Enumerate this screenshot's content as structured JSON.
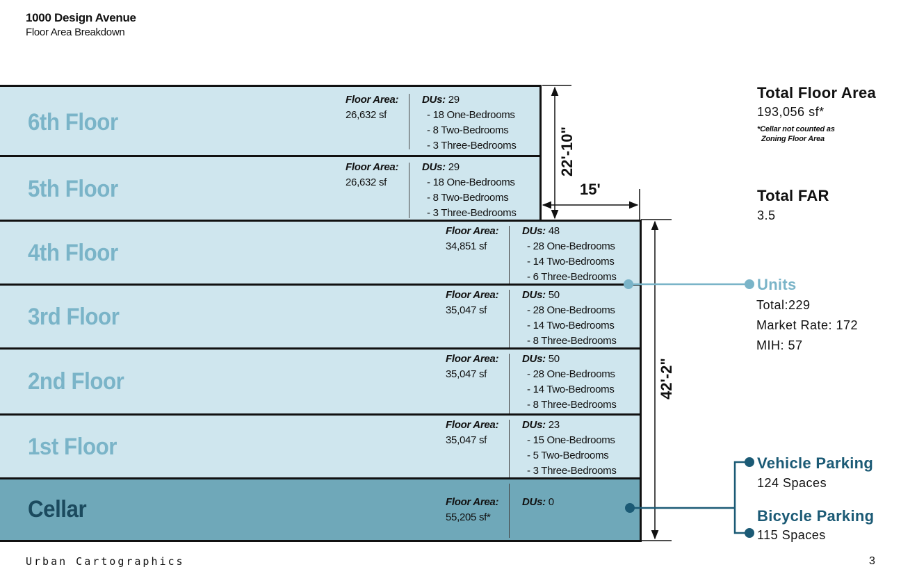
{
  "header": {
    "title": "1000 Design Avenue",
    "subtitle": "Floor Area Breakdown"
  },
  "footer": {
    "brand": "Urban Cartographics",
    "page_number": "3"
  },
  "labels": {
    "floor_area": "Floor Area:",
    "dus": "DUs:"
  },
  "floors": [
    {
      "name": "6th Floor",
      "floor_area": "26,632 sf",
      "dus": "29",
      "units": [
        "- 18 One-Bedrooms",
        "- 8 Two-Bedrooms",
        "- 3 Three-Bedrooms"
      ]
    },
    {
      "name": "5th Floor",
      "floor_area": "26,632 sf",
      "dus": "29",
      "units": [
        "- 18 One-Bedrooms",
        "- 8 Two-Bedrooms",
        "- 3 Three-Bedrooms"
      ]
    },
    {
      "name": "4th Floor",
      "floor_area": "34,851 sf",
      "dus": "48",
      "units": [
        "- 28 One-Bedrooms",
        "- 14 Two-Bedrooms",
        "- 6 Three-Bedrooms"
      ]
    },
    {
      "name": "3rd Floor",
      "floor_area": "35,047 sf",
      "dus": "50",
      "units": [
        "- 28 One-Bedrooms",
        "- 14 Two-Bedrooms",
        "- 8 Three-Bedrooms"
      ]
    },
    {
      "name": "2nd Floor",
      "floor_area": "35,047 sf",
      "dus": "50",
      "units": [
        "- 28 One-Bedrooms",
        "- 14 Two-Bedrooms",
        "- 8 Three-Bedrooms"
      ]
    },
    {
      "name": "1st Floor",
      "floor_area": "35,047 sf",
      "dus": "23",
      "units": [
        "- 15 One-Bedrooms",
        "- 5 Two-Bedrooms",
        "- 3 Three-Bedrooms"
      ]
    },
    {
      "name": "Cellar",
      "floor_area": "55,205 sf*",
      "dus": "0",
      "units": []
    }
  ],
  "dimensions": {
    "upper_height": "22'-10\"",
    "setback": "15'",
    "lower_height": "42'-2\""
  },
  "totals": {
    "floor_area_heading": "Total Floor Area",
    "floor_area_value": "193,056 sf*",
    "note_line1": "*Cellar not counted as",
    "note_line2": "Zoning Floor Area",
    "far_heading": "Total FAR",
    "far_value": "3.5"
  },
  "units_summary": {
    "heading": "Units",
    "total": "Total:229",
    "market_rate": "Market Rate: 172",
    "mih": "MIH: 57"
  },
  "parking": {
    "vehicle_heading": "Vehicle Parking",
    "vehicle_value": "124 Spaces",
    "bicycle_heading": "Bicycle Parking",
    "bicycle_value": "115 Spaces"
  },
  "colors": {
    "floor_fill": "#cfe6ee",
    "cellar_fill": "#6fa8b9",
    "floor_name": "#7ab4c8",
    "cellar_name": "#1b4a5e",
    "units_line": "#7ab4c8",
    "parking_line": "#1b5a75"
  }
}
